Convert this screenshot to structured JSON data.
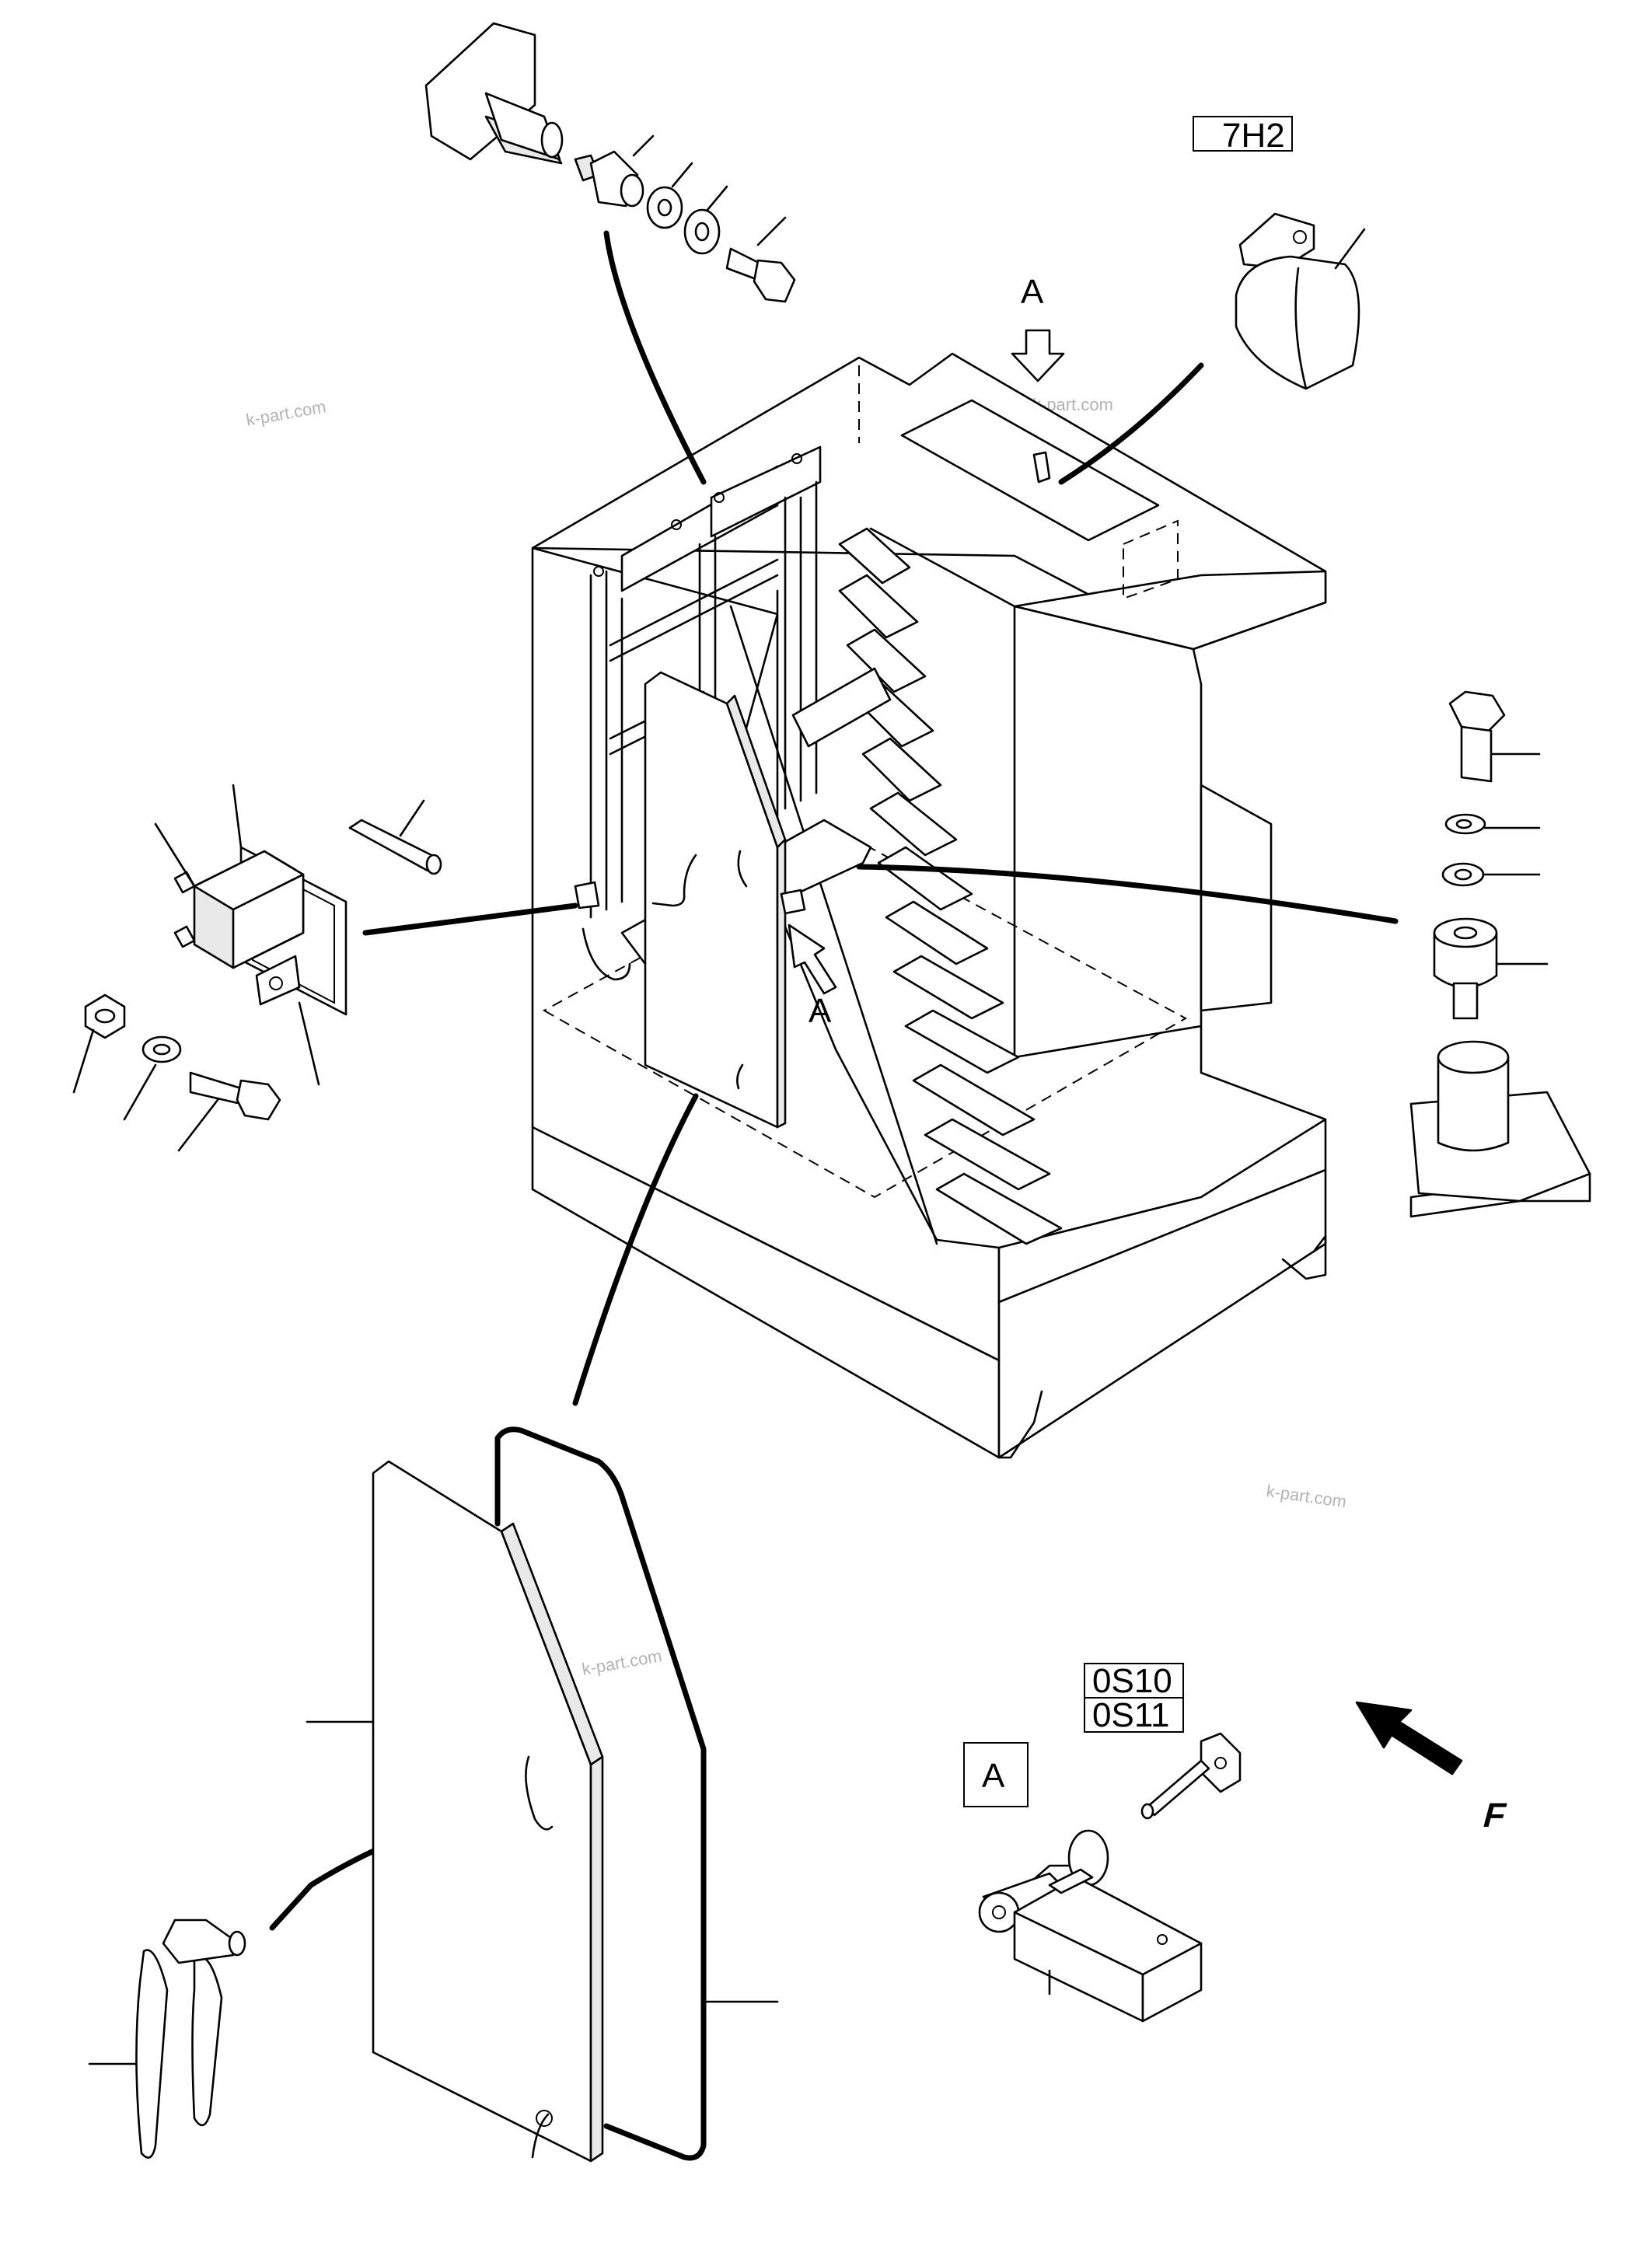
{
  "page_ref": "7H2",
  "view_letter": "A",
  "detail_letter": "A",
  "switch_codes": [
    "0S10",
    "0S11"
  ],
  "direction_letter": "F",
  "watermark": "k-part.com"
}
